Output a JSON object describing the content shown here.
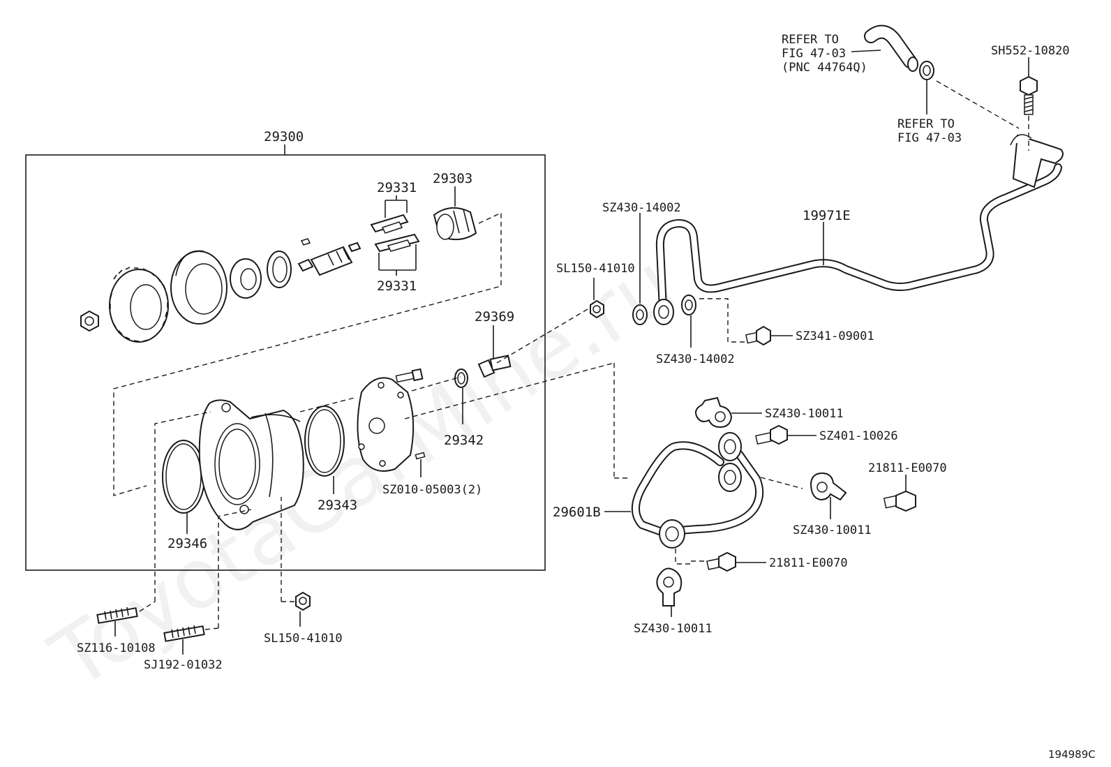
{
  "watermark": "ToyotaCarMine.ru",
  "figure_code": "194989C",
  "labels": {
    "assembly": "29300",
    "p29331_top": "29331",
    "p29331_bottom": "29331",
    "p29303": "29303",
    "p29369": "29369",
    "p29342": "29342",
    "p29343": "29343",
    "p29346": "29346",
    "sz010": "SZ010-05003(2)",
    "sz116": "SZ116-10108",
    "sj192": "SJ192-01032",
    "sl150_bottom": "SL150-41010",
    "sl150_top": "SL150-41010",
    "sz430_14002_top": "SZ430-14002",
    "sz430_14002_bottom": "SZ430-14002",
    "p19971e": "19971E",
    "sz341": "SZ341-09001",
    "sh552": "SH552-10820",
    "refer_hose_1": "REFER TO",
    "refer_hose_2": "FIG 47-03",
    "refer_hose_3": "(PNC 44764Q)",
    "refer_clip_1": "REFER TO",
    "refer_clip_2": "FIG 47-03",
    "sz430_10011_a": "SZ430-10011",
    "sz401": "SZ401-10026",
    "p21811_a": "21811-E0070",
    "p29601b": "29601B",
    "sz430_10011_b": "SZ430-10011",
    "p21811_b": "21811-E0070",
    "sz430_10011_c": "SZ430-10011"
  }
}
